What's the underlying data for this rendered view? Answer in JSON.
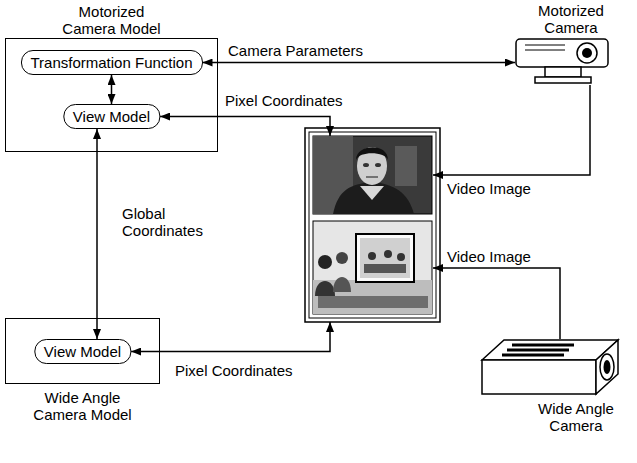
{
  "diagram": {
    "nodes": [
      {
        "text": [
          "Motorized Camera Model"
        ]
      },
      {
        "text": [
          "Transformation Function"
        ],
        "in": 0
      },
      {
        "text": [
          "View Model"
        ],
        "in": 0
      },
      {
        "text": [
          "Motorized Camera"
        ]
      },
      {
        "text": [
          "Wide Angle Camera Model"
        ]
      },
      {
        "text": [
          "View Model"
        ],
        "in": 4
      },
      {
        "text": [
          "Wide Angle Camera"
        ]
      }
    ],
    "edges": [
      {
        "from": 1,
        "to": 3,
        "label": "Camera Parameters",
        "arrow": "both"
      },
      {
        "from": 1,
        "to": 2,
        "arrow": "both"
      },
      {
        "from": 2,
        "to": 5,
        "label": "Global Coordinates",
        "arrow": "both"
      }
    ],
    "labels": [
      "Pixel Coordinates",
      "Video Image",
      "Video Image",
      "Pixel Coordinates"
    ]
  }
}
